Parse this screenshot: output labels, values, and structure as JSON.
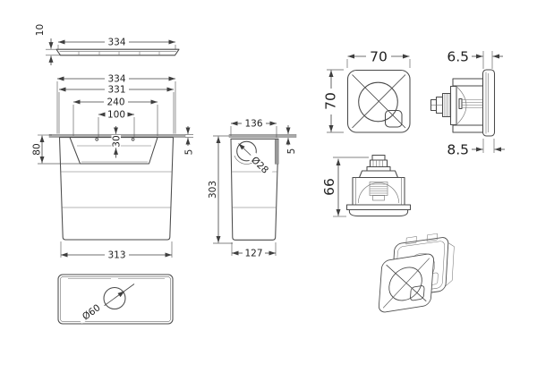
{
  "colors": {
    "line": "#4a4a4a",
    "dimension": "#3f3f3f",
    "flange_gray": "#a9a9a9",
    "background": "#ffffff"
  },
  "views": {
    "plate_top": {
      "width": "334",
      "thickness": "10"
    },
    "cistern_front": {
      "overall_width": "334",
      "body_width": "331",
      "recess_width": "240",
      "hole_spacing": "100",
      "recess_depth": "30",
      "recess_height": "80",
      "flange_thickness": "5",
      "bottom_width": "313"
    },
    "cistern_side": {
      "top_depth": "136",
      "height": "303",
      "bottom_depth": "127",
      "inlet_diameter": "Ø28",
      "flange_thickness": "5"
    },
    "button_front": {
      "width": "70",
      "height": "70"
    },
    "button_side": {
      "front_depth": "6.5",
      "total_depth": "8.5"
    },
    "valve": {
      "height": "66"
    },
    "cistern_plan": {
      "hole_diameter": "Ø60"
    }
  }
}
